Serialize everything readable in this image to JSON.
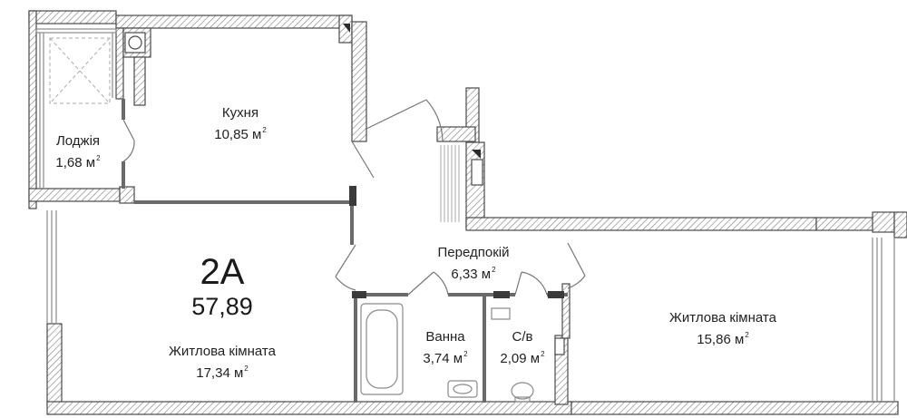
{
  "apartment": {
    "code": "2A",
    "total_area": "57,89"
  },
  "area_unit": "м",
  "area_power": "2",
  "rooms": {
    "kitchen": {
      "name": "Кухня",
      "area": "10,85"
    },
    "loggia": {
      "name": "Лоджія",
      "area": "1,68"
    },
    "hallway": {
      "name": "Передпокій",
      "area": "6,33"
    },
    "bathroom": {
      "name": "Ванна",
      "area": "3,74"
    },
    "wc": {
      "name": "С/в",
      "area": "2,09"
    },
    "living_left": {
      "name": "Житлова кімната",
      "area": "17,34"
    },
    "living_right": {
      "name": "Житлова кімната",
      "area": "15,86"
    }
  },
  "colors": {
    "wall": "#5a5a5a",
    "hatch": "#8a8a8a",
    "window": "#9a9a9a",
    "background": "#ffffff"
  }
}
